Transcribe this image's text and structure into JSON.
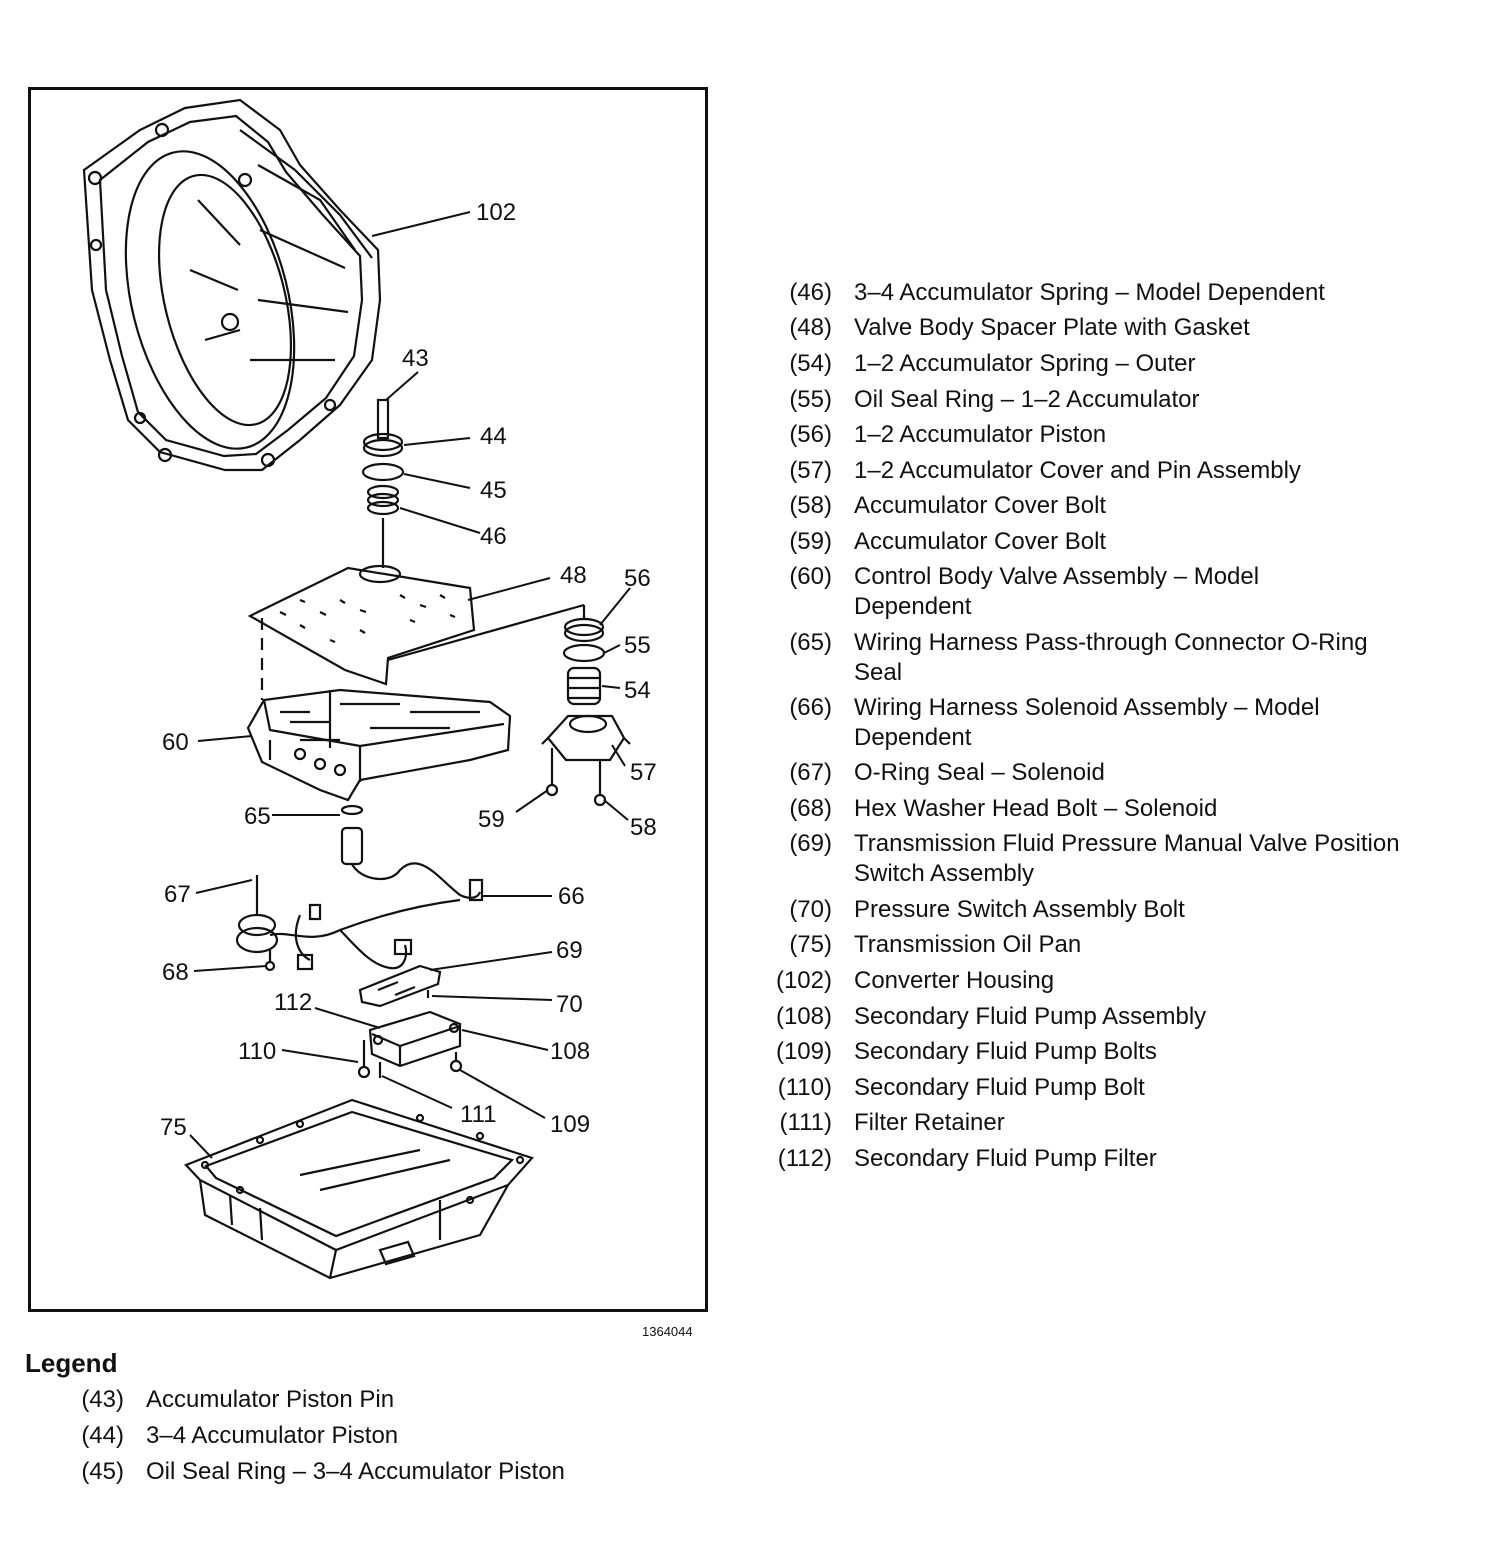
{
  "figure": {
    "id": "1364044",
    "callouts": [
      {
        "label": "102"
      },
      {
        "label": "43"
      },
      {
        "label": "44"
      },
      {
        "label": "45"
      },
      {
        "label": "46"
      },
      {
        "label": "48"
      },
      {
        "label": "56"
      },
      {
        "label": "55"
      },
      {
        "label": "54"
      },
      {
        "label": "60"
      },
      {
        "label": "57"
      },
      {
        "label": "65"
      },
      {
        "label": "59"
      },
      {
        "label": "58"
      },
      {
        "label": "67"
      },
      {
        "label": "66"
      },
      {
        "label": "68"
      },
      {
        "label": "69"
      },
      {
        "label": "112"
      },
      {
        "label": "70"
      },
      {
        "label": "110"
      },
      {
        "label": "108"
      },
      {
        "label": "111"
      },
      {
        "label": "109"
      },
      {
        "label": "75"
      }
    ]
  },
  "legend": {
    "title": "Legend",
    "items": [
      {
        "num": "(43)",
        "text": "Accumulator Piston Pin"
      },
      {
        "num": "(44)",
        "text": "3–4 Accumulator Piston"
      },
      {
        "num": "(45)",
        "text": "Oil Seal Ring – 3–4 Accumulator Piston"
      },
      {
        "num": "(46)",
        "text": "3–4 Accumulator Spring – Model Dependent"
      },
      {
        "num": "(48)",
        "text": "Valve Body Spacer Plate with Gasket"
      },
      {
        "num": "(54)",
        "text": "1–2 Accumulator Spring – Outer"
      },
      {
        "num": "(55)",
        "text": "Oil Seal Ring – 1–2 Accumulator"
      },
      {
        "num": "(56)",
        "text": "1–2 Accumulator Piston"
      },
      {
        "num": "(57)",
        "text": "1–2 Accumulator Cover and Pin Assembly"
      },
      {
        "num": "(58)",
        "text": "Accumulator Cover Bolt"
      },
      {
        "num": "(59)",
        "text": "Accumulator Cover Bolt"
      },
      {
        "num": "(60)",
        "text": "Control Body Valve Assembly – Model Dependent"
      },
      {
        "num": "(65)",
        "text": "Wiring Harness Pass-through Connector O-Ring Seal"
      },
      {
        "num": "(66)",
        "text": "Wiring Harness Solenoid Assembly – Model Dependent"
      },
      {
        "num": "(67)",
        "text": "O-Ring Seal – Solenoid"
      },
      {
        "num": "(68)",
        "text": "Hex Washer Head Bolt – Solenoid"
      },
      {
        "num": "(69)",
        "text": "Transmission Fluid Pressure Manual Valve Position Switch Assembly"
      },
      {
        "num": "(70)",
        "text": "Pressure Switch Assembly Bolt"
      },
      {
        "num": "(75)",
        "text": "Transmission Oil Pan"
      },
      {
        "num": "(102)",
        "text": "Converter Housing"
      },
      {
        "num": "(108)",
        "text": "Secondary Fluid Pump Assembly"
      },
      {
        "num": "(109)",
        "text": "Secondary Fluid Pump Bolts"
      },
      {
        "num": "(110)",
        "text": "Secondary Fluid Pump Bolt"
      },
      {
        "num": "(111)",
        "text": "Filter Retainer"
      },
      {
        "num": "(112)",
        "text": "Secondary Fluid Pump Filter"
      }
    ]
  }
}
